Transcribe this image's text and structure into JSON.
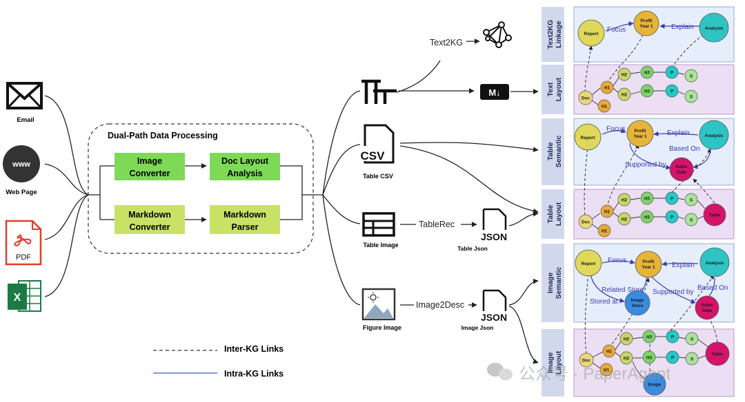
{
  "sources": {
    "email": "Email",
    "web": "Web Page",
    "web_icon": "www",
    "pdf": "PDF",
    "excel_icon": "X"
  },
  "processing": {
    "title": "Dual-Path Data Processing",
    "image_converter": [
      "Image",
      "Converter"
    ],
    "doc_layout": [
      "Doc Layout",
      "Analysis"
    ],
    "markdown_converter": [
      "Markdown",
      "Converter"
    ],
    "markdown_parser": [
      "Markdown",
      "Parser"
    ],
    "colors": {
      "top_boxes": "#7ed957",
      "bottom_boxes": "#c9e265"
    }
  },
  "modalities": {
    "text_icon": "TT",
    "csv_icon": "CSV",
    "table_csv": "Table CSV",
    "table_image": "Table Image",
    "figure_image": "Figure Image",
    "text2kg": "Text2KG",
    "tablerec": "TableRec",
    "image2desc": "Image2Desc",
    "json_icon": "JSON",
    "table_json": "Table Json",
    "image_json": "Image Json",
    "md_icon": "M↓"
  },
  "legend": {
    "inter": "Inter-KG Links",
    "intra": "Intra-KG Links"
  },
  "panels": {
    "text2kg": [
      "Text2KG",
      "Linkage"
    ],
    "text_layout": [
      "Text",
      "Layout"
    ],
    "table_semantic": [
      "Table",
      "Semantic"
    ],
    "table_layout": [
      "Table",
      "Layout"
    ],
    "image_semantic": [
      "Image",
      "Semantic"
    ],
    "image_layout": [
      "Image",
      "Layout"
    ]
  },
  "nodes": {
    "report": "Report",
    "profit": [
      "Profit",
      "Year 1"
    ],
    "analysis": "Analysis",
    "doc": "Doc",
    "h1": "H1",
    "h2": "H2",
    "h3": "H3",
    "p": "P",
    "s": "S",
    "sales": [
      "Sales",
      "Data"
    ],
    "table": "Table",
    "image_store": [
      "Image",
      "Store"
    ],
    "image": "Image"
  },
  "relations": {
    "focus": "Focus",
    "explain": "Explain",
    "based_on": "Based On",
    "supported_by": "Supported by",
    "related_store": "Related Store",
    "stored_at": "Stored at"
  },
  "watermark": "公众号 · PaperAgent",
  "colors": {
    "report": "#dfd85a",
    "profit": "#e6b438",
    "analysis": "#2ec4c4",
    "doc": "#e9d87a",
    "h1": "#e8a93a",
    "h2": "#c8d66a",
    "h3": "#7fd36a",
    "p": "#22c9c9",
    "s": "#a9e39a",
    "sales": "#d4146a",
    "table": "#d4146a",
    "image_store": "#3a8be0",
    "image": "#3a8be0",
    "semantic_bg": "#e6eefc",
    "layout_bg": "#ecdff3",
    "tab_bg": "#d2d8ec",
    "relation": "#3a3ab0",
    "pdf_red": "#e53a2c",
    "excel_green": "#1d7a44"
  }
}
